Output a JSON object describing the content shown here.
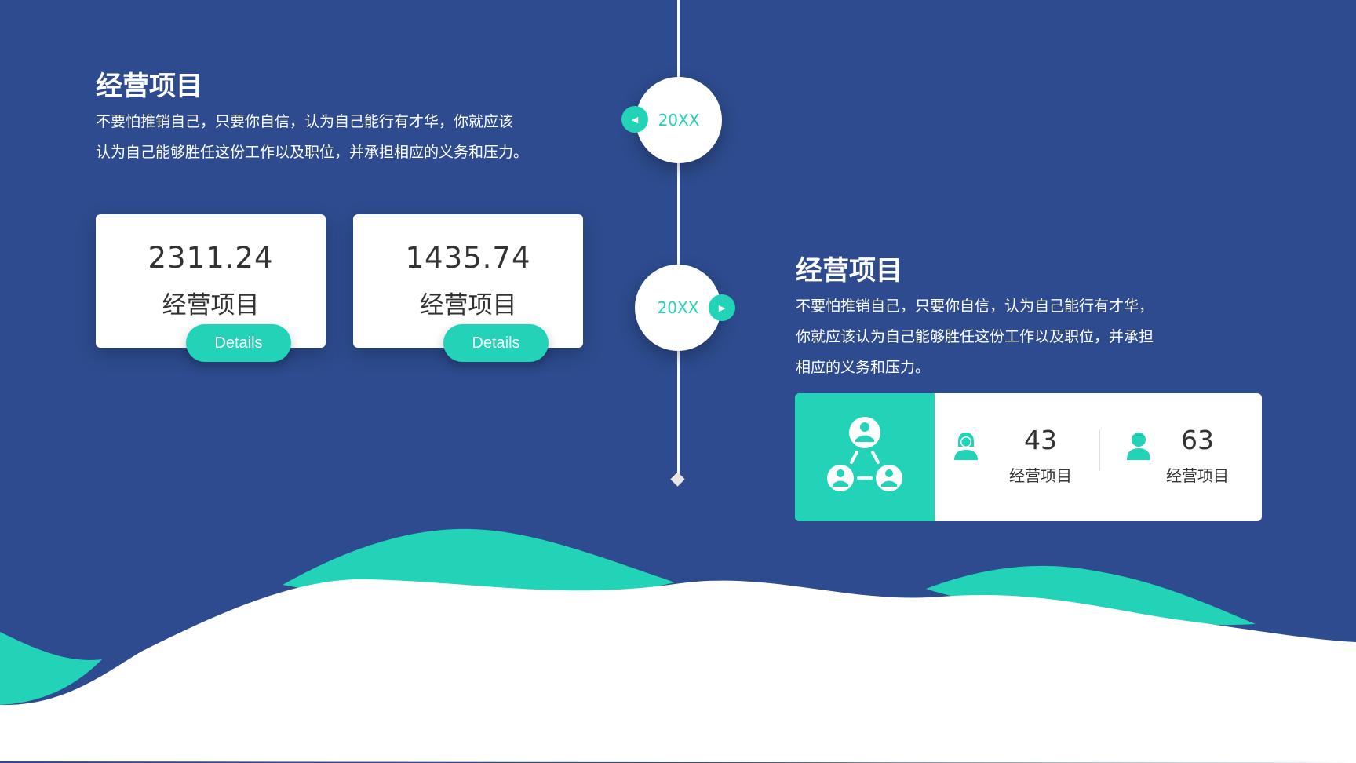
{
  "colors": {
    "background": "#2d4b8e",
    "accent": "#22d3b8",
    "card": "#ffffff",
    "text_dark": "#333333"
  },
  "timeline": {
    "items": [
      {
        "year": "20XX",
        "arrow": "◀"
      },
      {
        "year": "20XX",
        "arrow": "▶"
      }
    ]
  },
  "section_left": {
    "title": "经营项目",
    "lines": [
      "不要怕推销自己，只要你自信，认为自己能行有才华，你就应该",
      "认为自己能够胜任这份工作以及职位，并承担相应的义务和压力。"
    ]
  },
  "stat_cards": [
    {
      "value": "2311.24",
      "label": "经营项目",
      "button": "Details"
    },
    {
      "value": "1435.74",
      "label": "经营项目",
      "button": "Details"
    }
  ],
  "section_right": {
    "title": "经营项目",
    "lines": [
      "不要怕推销自己，只要你自信，认为自己能行有才华，",
      "你就应该认为自己能够胜任这份工作以及职位，并承担",
      "相应的义务和压力。"
    ]
  },
  "info_card": {
    "icon": "team-network-icon",
    "metrics": [
      {
        "icon": "female-user-icon",
        "value": "43",
        "label": "经营项目"
      },
      {
        "icon": "male-user-icon",
        "value": "63",
        "label": "经营项目"
      }
    ]
  }
}
